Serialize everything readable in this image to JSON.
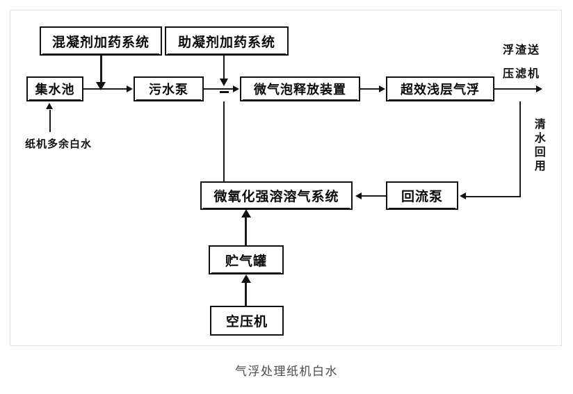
{
  "figure": {
    "caption": "气浮处理纸机白水",
    "type": "process-flow-diagram",
    "colors": {
      "line": "#111111",
      "box_border": "#111111",
      "caption": "#4a4a50",
      "background": "#ffffff"
    }
  },
  "nodes": {
    "coagulant_dosing": {
      "label": "混凝剂加药系统"
    },
    "flocculant_dosing": {
      "label": "助凝剂加药系统"
    },
    "collection_tank": {
      "label": "集水池"
    },
    "sewage_pump": {
      "label": "污水泵"
    },
    "microbubble_release": {
      "label": "微气泡释放装置"
    },
    "shallow_air_flotation": {
      "label": "超效浅层气浮"
    },
    "micro_oxidation_dissolving": {
      "label": "微氧化强溶溶气系统"
    },
    "reflux_pump": {
      "label": "回流泵"
    },
    "gas_storage_tank": {
      "label": "贮气罐"
    },
    "air_compressor": {
      "label": "空压机"
    }
  },
  "annotations": {
    "inlet": "纸机多余白水",
    "scum_outlet_line1": "浮渣送",
    "scum_outlet_line2": "压滤机",
    "clear_water_reuse": "清水回用"
  },
  "edges": [
    {
      "from": "集水池",
      "to": "污水泵"
    },
    {
      "from": "混凝剂加药系统",
      "to": "集水池→污水泵管线"
    },
    {
      "from": "助凝剂加药系统",
      "to": "污水泵→微气泡释放装置管线"
    },
    {
      "from": "污水泵",
      "to": "微气泡释放装置"
    },
    {
      "from": "微气泡释放装置",
      "to": "超效浅层气浮"
    },
    {
      "from": "超效浅层气浮",
      "to": "浮渣送压滤机"
    },
    {
      "from": "超效浅层气浮",
      "to": "回流泵"
    },
    {
      "from": "回流泵",
      "to": "微氧化强溶溶气系统"
    },
    {
      "from": "微氧化强溶溶气系统",
      "to": "微气泡释放装置进水管"
    },
    {
      "from": "空压机",
      "to": "贮气罐"
    },
    {
      "from": "贮气罐",
      "to": "微氧化强溶溶气系统"
    },
    {
      "from": "纸机多余白水",
      "to": "集水池"
    }
  ]
}
